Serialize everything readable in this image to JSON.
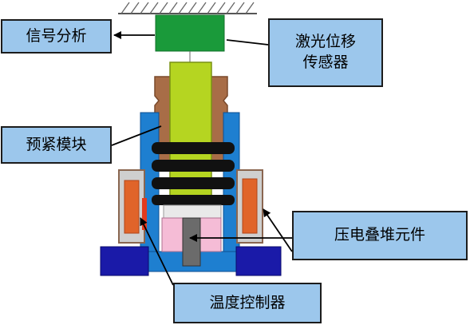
{
  "labels": {
    "signal_analysis": "信号分析",
    "laser_sensor": "激光位移\n传感器",
    "preload_module": "预紧模块",
    "piezo_stack": "压电叠堆元件",
    "temp_controller": "温度控制器"
  },
  "colors": {
    "label_fill": "#9cc7ec",
    "sensor_green": "#1a9a3a",
    "rod_yellow_green": "#b5d521",
    "nut_brown": "#a86d47",
    "housing_blue": "#1e7fd0",
    "spring_black": "#111111",
    "heater_orange": "#e0642a",
    "piezo_pink": "#f5bcd6",
    "base_navy": "#1a1aa8"
  }
}
